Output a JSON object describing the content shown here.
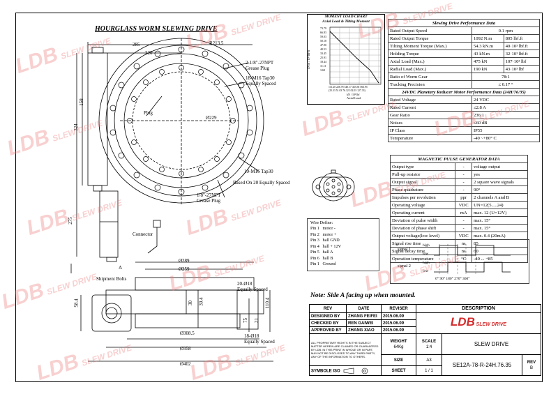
{
  "drawing": {
    "title": "HOURGLASS WORM SLEWING DRIVE",
    "note": "Note: Side A facing up when mounted.",
    "dims": {
      "d285": "285",
      "d220": "220",
      "r2135": "R213.5",
      "d158": "158",
      "d324": "324",
      "d275": "275",
      "phi229": "Ø229",
      "phi289": "Ø289",
      "phi259": "Ø259",
      "phi3085": "Ø308.5",
      "phi358": "Ø358",
      "phi402": "Ø402",
      "d584": "58.4",
      "d20": "20",
      "d30": "30",
      "d394": "39.4",
      "d1104": "110.4",
      "d21": "21",
      "d75": "75"
    },
    "labels": {
      "plug1": "2-1/8\"-27NPT",
      "plug1b": "Grease Plug",
      "tap18": "18-M16 Tap30",
      "tap18b": "Equally Spaced",
      "plug": "Plug",
      "tap19": "19-M16 Tap30",
      "tap19b": "Based On 20 Equally Spaced",
      "plug2": "1/8\"-27NPT",
      "plug2b": "Grease Plug",
      "connector": "Connector",
      "sideA": "A",
      "shipment": "Shipment Bolts",
      "h20": "20-Ø18",
      "h20b": "Equally Spaced",
      "h18": "18-Ø18",
      "h18b": "Equally Spaced"
    }
  },
  "moment_chart": {
    "title": "MOMENT LOAD CHART",
    "subtitle": "Axial Load & Tilting Moment",
    "ylabel": "kN·m / 10³ lbf·ft",
    "xlabel": "Axial Load",
    "xunit": "kN / 10³ lbf",
    "yticks": [
      "73.79",
      "66.83",
      "59.03",
      "50.18",
      "47.90",
      "40.53",
      "33.45",
      "25.91",
      "18.44",
      "11.11",
      "3.69"
    ],
    "xticks": "111.20 226.78 340.17 453.56 566.95",
    "xticks2": "(25.33 51.03 76.32 102.03 127.33)"
  },
  "perf": {
    "title": "Slewing Drive Performance Data",
    "rows": [
      [
        "Rated Output Speed",
        "0.1 rpm",
        ""
      ],
      [
        "Rated Output Torque",
        "1092 N.m",
        "805 lbf.ft"
      ],
      [
        "Tilting Moment Torque (Max.)",
        "54.3 kN.m",
        "40·10³ lbf.ft"
      ],
      [
        "Holding Torque",
        "43 kN.m",
        "32·10³ lbf.ft"
      ],
      [
        "Axial Load (Max.)",
        "475 kN",
        "107·10³ lbf"
      ],
      [
        "Radial Load (Max.)",
        "190 kN",
        "43·10³ lbf"
      ],
      [
        "Ratio of Worm Gear",
        "78:1",
        ""
      ],
      [
        "Tracking Precision",
        "≤ 0.17 °",
        ""
      ]
    ],
    "motor_title": "24VDC Planetary Reducer Motor Performance Data (24H/76/35)",
    "motor_rows": [
      [
        "Rated Voltage",
        "24 VDC"
      ],
      [
        "Rated Current",
        "≤2.8 A"
      ],
      [
        "Gear Ratio",
        "236:1"
      ],
      [
        "Noises",
        "≤60 dB"
      ],
      [
        "IP Class",
        "IP55"
      ],
      [
        "Temperature",
        "-40 ~+80° C"
      ]
    ]
  },
  "mag": {
    "title": "MAGNETIC PULSE GENERATOR DATA",
    "rows": [
      [
        "Output type",
        "-",
        "voltage output"
      ],
      [
        "Pull-up resistor",
        "-",
        "yes"
      ],
      [
        "Output signal",
        "-",
        "2 square wave signals"
      ],
      [
        "Phase quadrature",
        "-",
        "90°"
      ],
      [
        "Impulses per revolution",
        "ppr",
        "2 channels A and B"
      ],
      [
        "Operating voltage",
        "VDC",
        "UN=12(5.....24)"
      ],
      [
        "Operating current",
        "mA",
        "max. 12 (U=12V)"
      ],
      [
        "Deviation of pulse width",
        "-",
        "max. 15°"
      ],
      [
        "Deviation of phase shift",
        "-",
        "max. 15°"
      ],
      [
        "Output voltage(low level)",
        "VDC",
        "max. 0.4 (20mA)"
      ],
      [
        "Signal rise time",
        "ns",
        "85"
      ],
      [
        "Signal decay time",
        "ns",
        "60"
      ],
      [
        "Operation temperature",
        "°C",
        "-40 ... +85"
      ]
    ],
    "signal1": "signal 1",
    "signal2": "signal 2",
    "high": "high",
    "low": "low",
    "angles": "0°  90° 180° 270° 360°"
  },
  "wire": {
    "title": "Wire Define:",
    "pins": [
      [
        "Pin 1",
        "motor -"
      ],
      [
        "Pin 2",
        "motor +"
      ],
      [
        "Pin 3",
        "hall GND"
      ],
      [
        "Pin 4",
        "hall + 12V"
      ],
      [
        "Pin 5",
        "hall A"
      ],
      [
        "Pin 6",
        "hall B"
      ],
      [
        "Pin 1",
        "Ground"
      ]
    ]
  },
  "titleblock": {
    "rev": "REV",
    "date": "DATE",
    "reviser": "REVISER",
    "description": "DESCRIPTION",
    "designed_label": "DESIGNED BY",
    "designed_name": "ZHANG FEIFEI",
    "designed_date": "2015.06.09",
    "checked_label": "CHECKED BY",
    "checked_name": "REN GAIWEI",
    "checked_date": "2015.06.09",
    "approved_label": "APPROVED BY",
    "approved_name": "ZHANG XIAO",
    "approved_date": "2015.06.09",
    "rights": "ALL PROPRIETARY RIGHTS IN THE SUBJECT MATTER HEREIN ARE CLAIMED OR GUARANTEED BY LDB. IN THIS PRINT IN WHOLE OR IN PART, MAY NOT BE DISCLOSED TO ANY THIRD PARTY, ANY OF THE INFORMATION TO OTHERS.",
    "symbols": "SYMBOLE ISO",
    "weight_label": "WEIGHT",
    "weight": "64Kg",
    "scale_label": "SCALE",
    "scale": "1:4",
    "size_label": "SIZE",
    "size": "A3",
    "sheet_label": "SHEET",
    "sheet": "1  /  1",
    "logo": "LDB",
    "logo_tag": "SLEW DRIVE",
    "name": "SLEW  DRIVE",
    "part": "SE12A-78-R-24H.76.35",
    "rev_label": "REV",
    "rev_val": "B"
  },
  "watermark": {
    "big": "LDB",
    "small": "SLEW DRIVE"
  }
}
